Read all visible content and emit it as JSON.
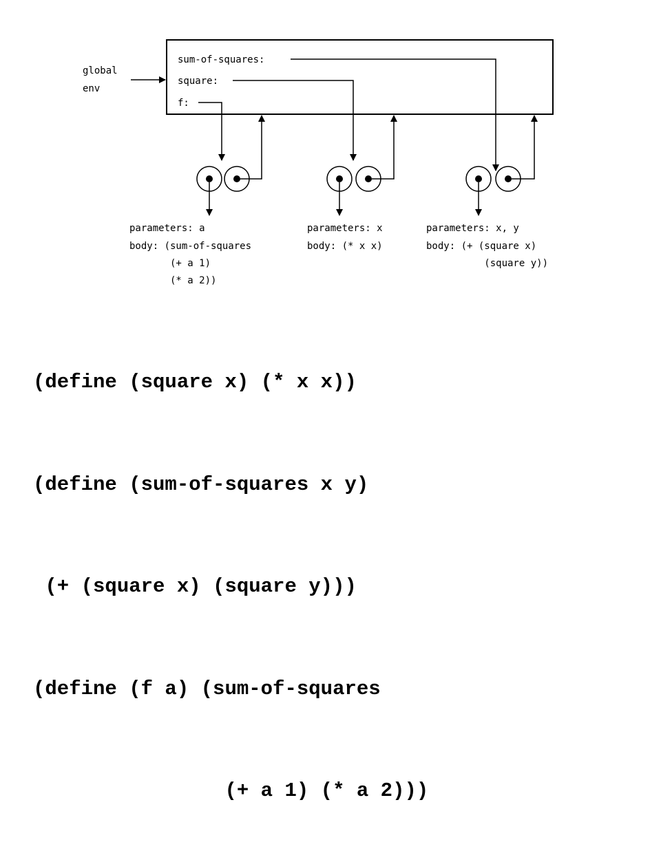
{
  "env_label": [
    "global",
    "env"
  ],
  "frame_bindings": [
    "sum-of-squares:",
    "square:",
    "f:"
  ],
  "procedures": [
    {
      "lines": [
        "parameters: a",
        "body: (sum-of-squares",
        "       (+ a 1)",
        "       (* a 2))"
      ]
    },
    {
      "lines": [
        "parameters: x",
        "body: (* x x)"
      ]
    },
    {
      "lines": [
        "parameters: x, y",
        "body: (+ (square x)",
        "          (square y))"
      ]
    }
  ],
  "code_lines": [
    "(define (square x) (* x x))",
    "(define (sum-of-squares x y)",
    " (+ (square x) (square y)))",
    "(define (f a) (sum-of-squares",
    "                (+ a 1) (* a 2)))"
  ]
}
